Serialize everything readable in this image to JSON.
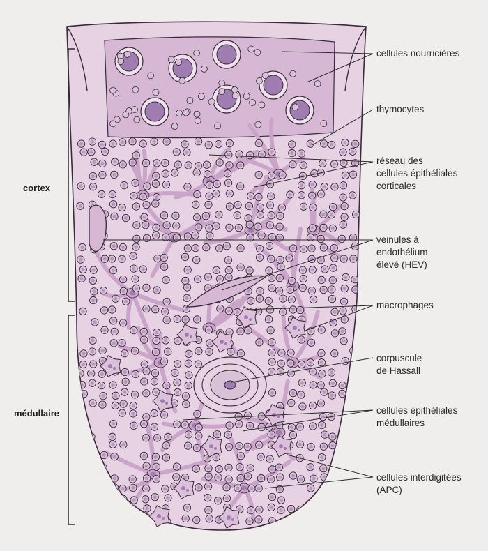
{
  "diagram": {
    "regions": {
      "cortex": "cortex",
      "medulla": "médullaire"
    },
    "labels": {
      "nurse_cells": "cellules nourricières",
      "thymocytes": "thymocytes",
      "cortical_epithelial_1": "réseau des",
      "cortical_epithelial_2": "cellules épithéliales",
      "cortical_epithelial_3": "corticales",
      "hev_1": "veinules à",
      "hev_2": "endothélium",
      "hev_3": "élevé (HEV)",
      "macrophages": "macrophages",
      "hassall_1": "corpuscule",
      "hassall_2": "de Hassall",
      "medullary_epithelial_1": "cellules épithéliales",
      "medullary_epithelial_2": "médullaires",
      "interdigitating_1": "cellules interdigitées",
      "interdigitating_2": "(APC)"
    },
    "colors": {
      "background": "#efeeec",
      "tissue": "#e6d2e2",
      "capsule": "#d7b8d4",
      "epithelial_cell": "#cba4c9",
      "nucleus": "#9f7db0",
      "thymocyte": "#d9c2d8",
      "outline": "#3a2a3c"
    }
  }
}
